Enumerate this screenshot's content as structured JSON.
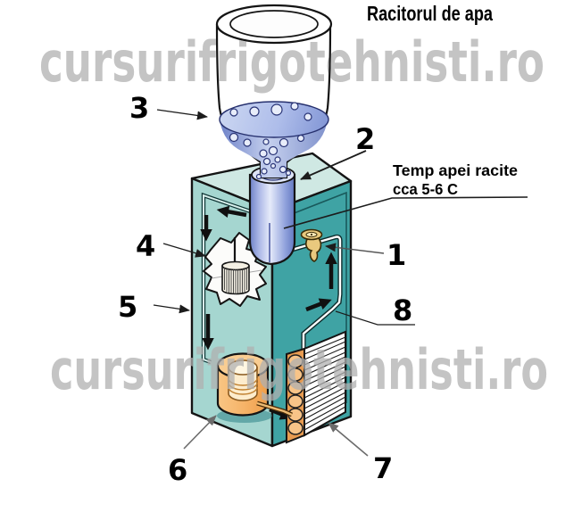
{
  "title": "Racitorul de apa",
  "watermark": {
    "text": "cursurifrigotehnisti.ro",
    "color": "#c4c4c4"
  },
  "temp_note": {
    "line1": "Temp apei racite",
    "line2": "cca 5-6 C"
  },
  "part_labels": {
    "n1": "1",
    "n2": "2",
    "n3": "3",
    "n4": "4",
    "n5": "5",
    "n6": "6",
    "n7": "7",
    "n8": "8"
  },
  "colors": {
    "cabinet_top": "#cfe8e3",
    "cabinet_front": "#a5d6d0",
    "cabinet_side": "#3fa3a4",
    "water_dark": "#6e82c8",
    "water_light": "#cdd8f2",
    "tap": "#e9c97e",
    "compressor": "#f3ab58",
    "condenser_coil": "#e89b50",
    "outline": "#141414"
  }
}
